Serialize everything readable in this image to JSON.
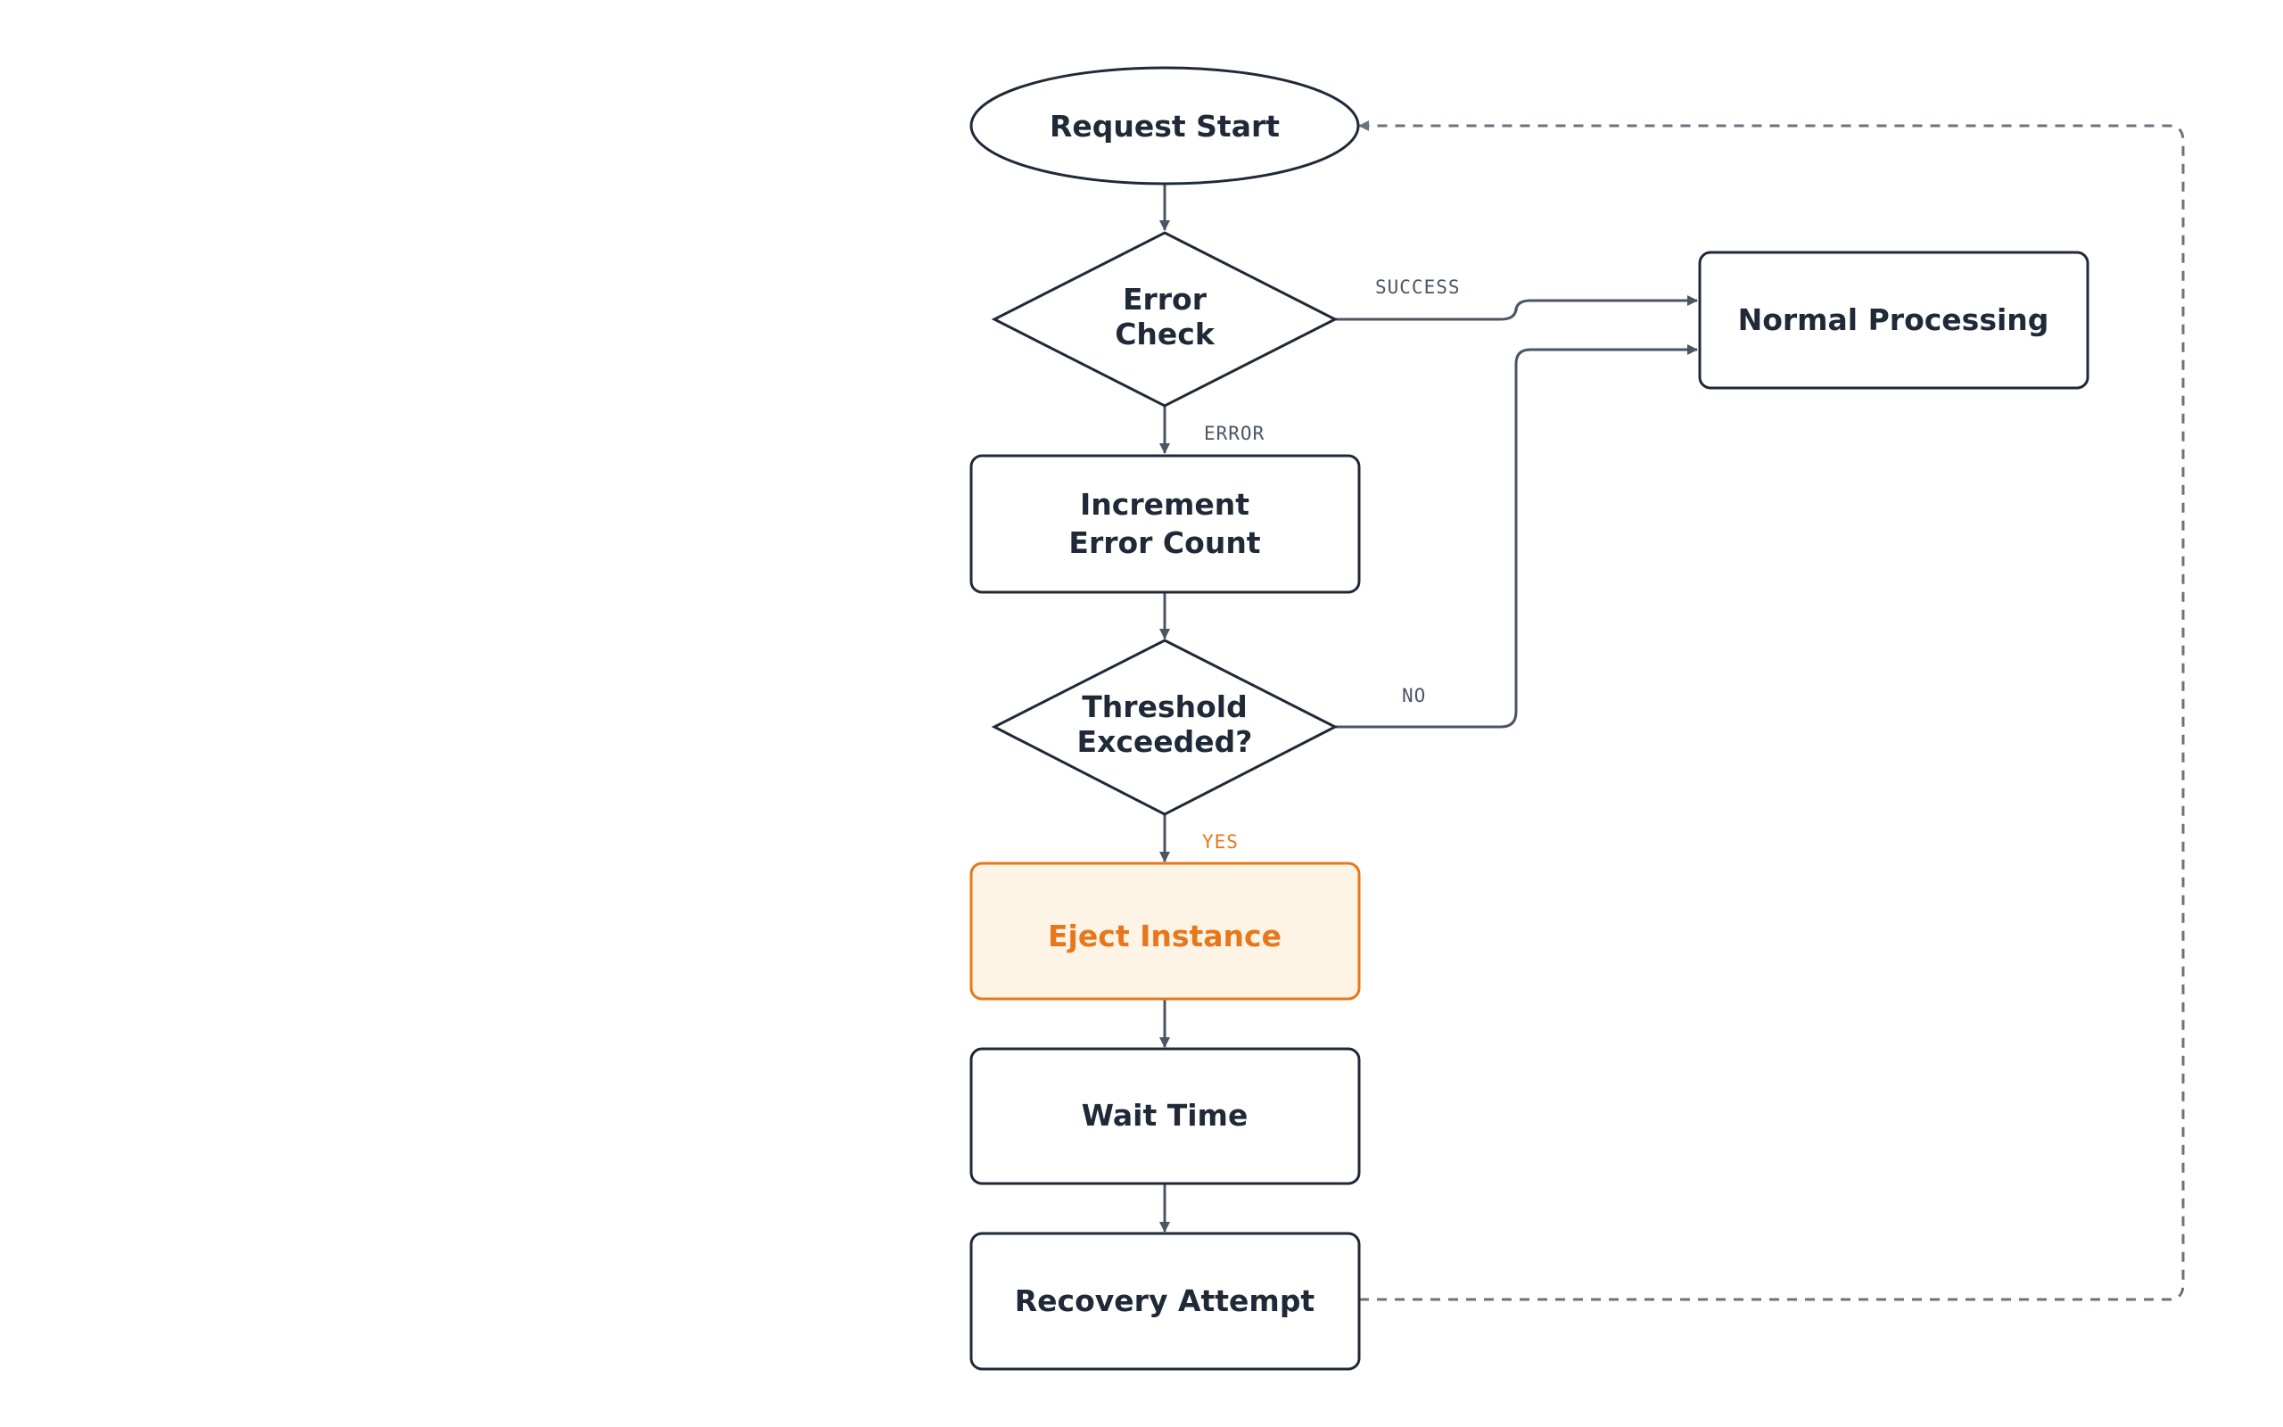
{
  "colors": {
    "stroke": "#1f2937",
    "connector": "#4b5563",
    "dashed_connector": "#6b7280",
    "accent": "#e8761a",
    "accent_fill": "#fef4e6",
    "node_fill": "#ffffff"
  },
  "nodes": {
    "request_start": {
      "shape": "ellipse",
      "lines": [
        "Request Start"
      ]
    },
    "error_check": {
      "shape": "diamond",
      "lines": [
        "Error",
        "Check"
      ]
    },
    "normal_processing": {
      "shape": "rectangle",
      "lines": [
        "Normal Processing"
      ]
    },
    "increment_error_count": {
      "shape": "rectangle",
      "lines": [
        "Increment",
        "Error Count"
      ]
    },
    "threshold_exceeded": {
      "shape": "diamond",
      "lines": [
        "Threshold",
        "Exceeded?"
      ]
    },
    "eject_instance": {
      "shape": "rectangle",
      "lines": [
        "Eject Instance"
      ],
      "highlighted": true
    },
    "wait_time": {
      "shape": "rectangle",
      "lines": [
        "Wait Time"
      ]
    },
    "recovery_attempt": {
      "shape": "rectangle",
      "lines": [
        "Recovery Attempt"
      ]
    }
  },
  "edges": {
    "success": "SUCCESS",
    "error": "ERROR",
    "no": "NO",
    "yes": "YES"
  }
}
